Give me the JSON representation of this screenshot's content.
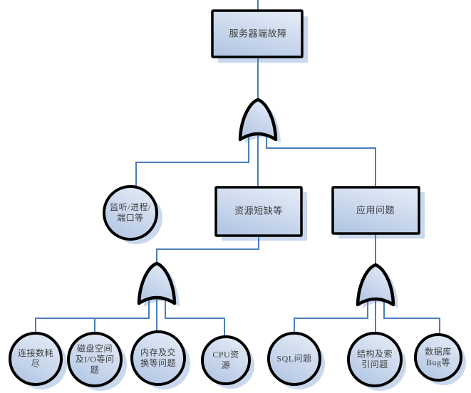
{
  "diagram": {
    "kind": "fault-tree",
    "gates": {
      "top": {
        "type": "OR"
      },
      "resource": {
        "type": "OR"
      },
      "app": {
        "type": "OR"
      }
    },
    "colors": {
      "connector_line": "#4a7ebb",
      "shape_border": "#000000",
      "fill_light": "#dfe8f5",
      "fill_dark": "#b5c8e4",
      "shadow": "#c9d8ed",
      "text": "#3e3e3e"
    }
  },
  "nodes": {
    "root": {
      "shape": "rect",
      "label": "服务器端故障",
      "lines": [
        "服务器端故障"
      ]
    },
    "listen": {
      "shape": "circle",
      "label": "监听/进程/端口等",
      "lines": [
        "监听/进程/",
        "端口等"
      ]
    },
    "resource": {
      "shape": "rect",
      "label": "资源短缺等",
      "lines": [
        "资源短缺等"
      ]
    },
    "app": {
      "shape": "rect",
      "label": "应用问题",
      "lines": [
        "应用问题"
      ]
    },
    "conn": {
      "shape": "circle",
      "label": "连接数耗尽",
      "lines": [
        "连接数耗",
        "尽"
      ]
    },
    "disk": {
      "shape": "circle",
      "label": "磁盘空间及I/O等问题",
      "lines": [
        "磁盘空间",
        "及I/O等问",
        "题"
      ]
    },
    "memory": {
      "shape": "circle",
      "label": "内存及交换等问题",
      "lines": [
        "内存及交",
        "换等问题"
      ]
    },
    "cpu": {
      "shape": "circle",
      "label": "CPU资源",
      "lines": [
        "CPU资",
        "源"
      ]
    },
    "sql": {
      "shape": "circle",
      "label": "SQL问题",
      "lines": [
        "SQL问题"
      ]
    },
    "index": {
      "shape": "circle",
      "label": "结构及索引问题",
      "lines": [
        "结构及索",
        "引问题"
      ]
    },
    "dbbug": {
      "shape": "circle",
      "label": "数据库Bug等",
      "lines": [
        "数据库",
        "Bug等"
      ]
    }
  }
}
